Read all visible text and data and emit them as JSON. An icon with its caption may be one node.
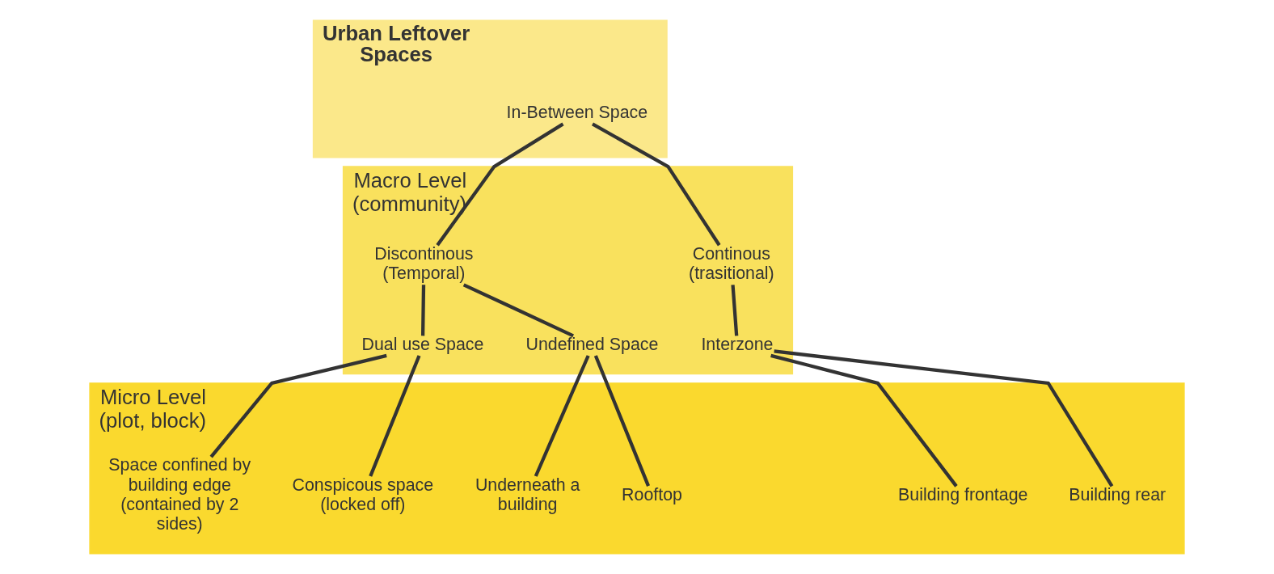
{
  "diagram": {
    "nodes": [
      {
        "text": [
          "Urban Leftover Spaces"
        ]
      },
      {
        "text": [
          "In-Between Space"
        ],
        "in": 0
      },
      {
        "text": [
          "Macro Level (community)"
        ]
      },
      {
        "text": [
          "Continous (trasitional)"
        ],
        "in": 2
      },
      {
        "text": [
          "Discontinous (Temporal)"
        ],
        "in": 2
      },
      {
        "text": [
          "Interzone"
        ],
        "in": 2
      },
      {
        "text": [
          "Dual use Space"
        ],
        "in": 2
      },
      {
        "text": [
          "Undefined Space"
        ],
        "in": 2
      },
      {
        "text": [
          "Micro Level (plot, block)"
        ]
      },
      {
        "text": [
          "Building frontage"
        ],
        "in": 8
      },
      {
        "text": [
          "Building rear"
        ],
        "in": 8
      },
      {
        "text": [
          "Space confined by building edge (contained by 2 sides)"
        ],
        "in": 8
      },
      {
        "text": [
          "Conspicous space (locked off)"
        ],
        "in": 8
      },
      {
        "text": [
          "Underneath a building"
        ],
        "in": 8
      },
      {
        "text": [
          "Rooftop"
        ],
        "in": 8
      }
    ],
    "edges": [
      {
        "from": 1,
        "to": 3,
        "arrow": "none"
      },
      {
        "from": 1,
        "to": 4,
        "arrow": "none"
      },
      {
        "from": 3,
        "to": 5,
        "arrow": "none"
      },
      {
        "from": 4,
        "to": 6,
        "arrow": "none"
      },
      {
        "from": 4,
        "to": 7,
        "arrow": "none"
      },
      {
        "from": 5,
        "to": 9,
        "arrow": "none"
      },
      {
        "from": 5,
        "to": 10,
        "arrow": "none"
      },
      {
        "from": 6,
        "to": 11,
        "arrow": "none"
      },
      {
        "from": 6,
        "to": 12,
        "arrow": "none"
      },
      {
        "from": 7,
        "to": 13,
        "arrow": "none"
      },
      {
        "from": 7,
        "to": 14,
        "arrow": "none"
      }
    ]
  }
}
